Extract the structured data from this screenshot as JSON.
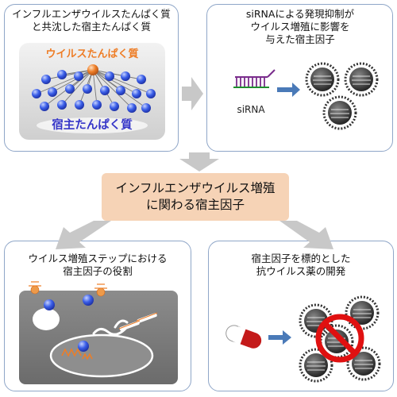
{
  "panels": {
    "top_left": {
      "title": "インフルエンザウイルスたんぱく質\nと共沈した宿主たんぱく質"
    },
    "top_right": {
      "title": "siRNAによる発現抑制が\nウイルス増殖に影響を\n与えた宿主因子"
    },
    "bottom_left": {
      "title": "ウイルス増殖ステップにおける\n宿主因子の役割"
    },
    "bottom_right": {
      "title": "宿主因子を標的とした\n抗ウイルス薬の開発"
    }
  },
  "network": {
    "viral_label": "ウイルスたんぱく質",
    "host_label": "宿主たんぱく質"
  },
  "sirna_label": "siRNA",
  "center_title": "インフルエンザウイルス増殖\nに関わる宿主因子",
  "colors": {
    "panel_border": "#8fa6c8",
    "center_box": "#f6d3b6",
    "viral_protein": "#ee7d26",
    "host_protein": "#3a5ee8",
    "arrow_gray": "#c8c8c8",
    "arrow_blue": "#4a7ab8",
    "prohibition": "#e01010"
  }
}
